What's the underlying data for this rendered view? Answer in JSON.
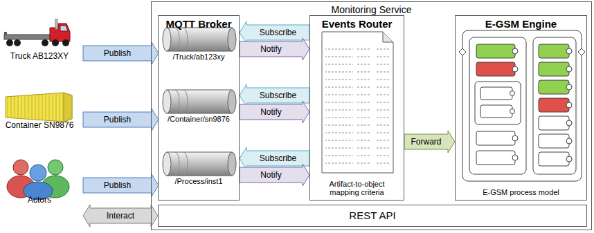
{
  "diagram": {
    "nodes": [
      {
        "text": [
          "Truck AB123XY"
        ]
      },
      {
        "text": [
          "Container SN9876"
        ]
      },
      {
        "text": [
          "Actors"
        ]
      },
      {
        "text": [
          "Monitoring Service"
        ]
      },
      {
        "text": [
          "MQTT Broker"
        ],
        "in": 3
      },
      {
        "text": [
          "/Truck/ab123xy"
        ],
        "in": 4
      },
      {
        "text": [
          "/Container/sn9876"
        ],
        "in": 4
      },
      {
        "text": [
          "/Process/inst1"
        ],
        "in": 4
      },
      {
        "text": [
          "Events Router",
          "Artifact-to-object mapping criteria"
        ],
        "in": 3
      },
      {
        "text": [
          "E-GSM Engine",
          "E-GSM process model"
        ],
        "in": 3
      },
      {
        "text": [
          "REST API"
        ],
        "in": 3
      }
    ],
    "edges": [
      {
        "from": 0,
        "to": 5,
        "label": "Publish",
        "arrow": "to"
      },
      {
        "from": 1,
        "to": 6,
        "label": "Publish",
        "arrow": "to"
      },
      {
        "from": 2,
        "to": 7,
        "label": "Publish",
        "arrow": "to"
      },
      {
        "from": 8,
        "to": 5,
        "label": "Subscribe",
        "arrow": "to"
      },
      {
        "from": 5,
        "to": 8,
        "label": "Notify",
        "arrow": "to"
      },
      {
        "from": 8,
        "to": 6,
        "label": "Subscribe",
        "arrow": "to"
      },
      {
        "from": 6,
        "to": 8,
        "label": "Notify",
        "arrow": "to"
      },
      {
        "from": 8,
        "to": 7,
        "label": "Subscribe",
        "arrow": "to"
      },
      {
        "from": 7,
        "to": 8,
        "label": "Notify",
        "arrow": "to"
      },
      {
        "from": 8,
        "to": 9,
        "label": "Forward",
        "arrow": "to"
      },
      {
        "from": 2,
        "to": 10,
        "label": "Interact",
        "arrow": "both"
      }
    ]
  }
}
